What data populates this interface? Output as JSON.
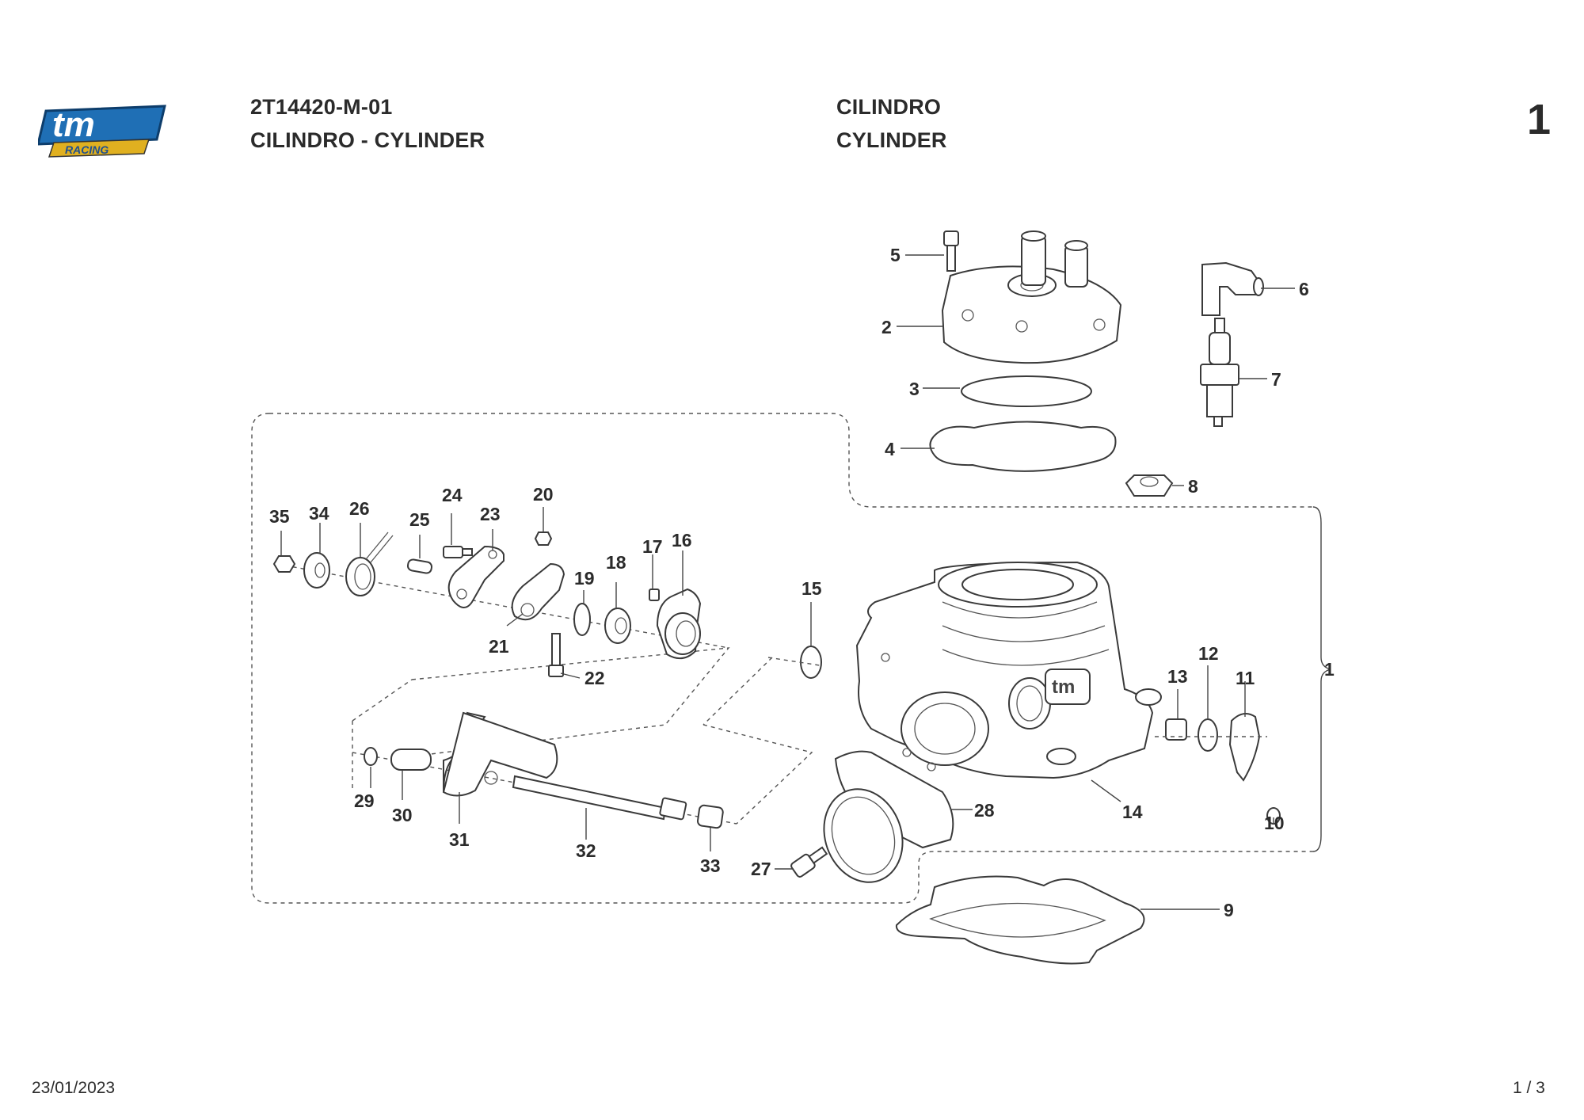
{
  "header": {
    "code": "2T14420-M-01",
    "title_combined": "CILINDRO - CYLINDER",
    "title_it": "CILINDRO",
    "title_en": "CYLINDER",
    "page_number": "1"
  },
  "logo": {
    "icon": "tm-racing-logo",
    "text_main": "tm",
    "text_sub": "RACING",
    "color": "#1f6fb5"
  },
  "footer": {
    "date": "23/01/2023",
    "page": "1 / 3"
  },
  "callouts": [
    "1",
    "2",
    "3",
    "4",
    "5",
    "6",
    "7",
    "8",
    "9",
    "10",
    "11",
    "12",
    "13",
    "14",
    "15",
    "16",
    "17",
    "18",
    "19",
    "20",
    "21",
    "22",
    "23",
    "24",
    "25",
    "26",
    "27",
    "28",
    "29",
    "30",
    "31",
    "32",
    "33",
    "34",
    "35"
  ]
}
